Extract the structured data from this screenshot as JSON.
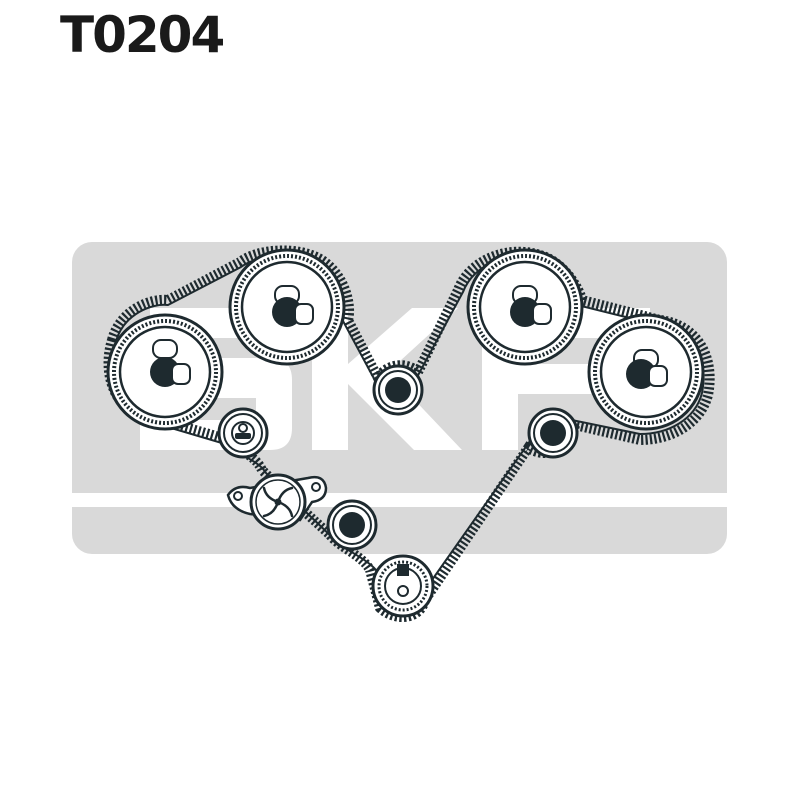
{
  "title": "T0204",
  "colors": {
    "ink": "#1e2a2f",
    "logo_band": "#d9d9d9",
    "background": "#ffffff"
  },
  "components": [
    "camshaft-pulley-left-outer",
    "camshaft-pulley-left-inner",
    "camshaft-pulley-right-inner",
    "camshaft-pulley-right-outer",
    "idler-pulley-top",
    "tensioner-pulley-left",
    "idler-pulley-right",
    "water-pump-pulley",
    "idler-pulley-bottom",
    "crankshaft-pulley",
    "timing-belt"
  ]
}
